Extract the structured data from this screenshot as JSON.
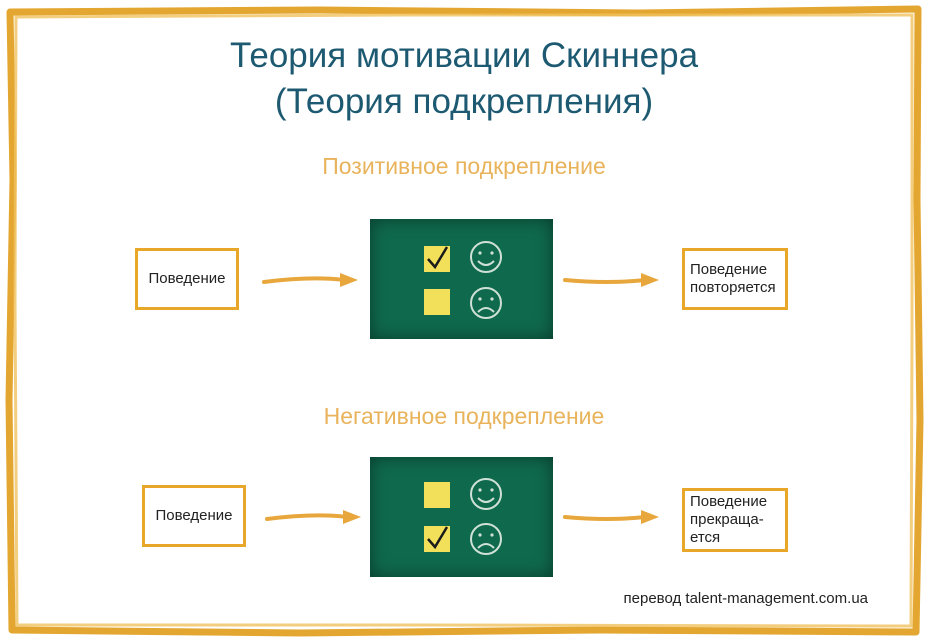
{
  "title": {
    "line1": "Теория мотивации Скиннера",
    "line2": "(Теория подкрепления)"
  },
  "sections": [
    {
      "heading": "Позитивное подкрепление",
      "input_label": "Поведение",
      "output_lines": [
        "Поведение",
        "повторяется"
      ],
      "rows": [
        {
          "checked": true,
          "face": "smile-face-icon"
        },
        {
          "checked": false,
          "face": "sad-face-icon"
        }
      ]
    },
    {
      "heading": "Негативное подкрепление",
      "input_label": "Поведение",
      "output_lines": [
        "Поведение",
        "прекраща-",
        "ется"
      ],
      "rows": [
        {
          "checked": false,
          "face": "smile-face-icon"
        },
        {
          "checked": true,
          "face": "sad-face-icon"
        }
      ]
    }
  ],
  "footer": "перевод talent-management.com.ua",
  "colors": {
    "title": "#1d5a72",
    "heading": "#e8b35a",
    "border": "#e9a72a",
    "board": "#0f6a4d",
    "sticky": "#f3e05a"
  }
}
